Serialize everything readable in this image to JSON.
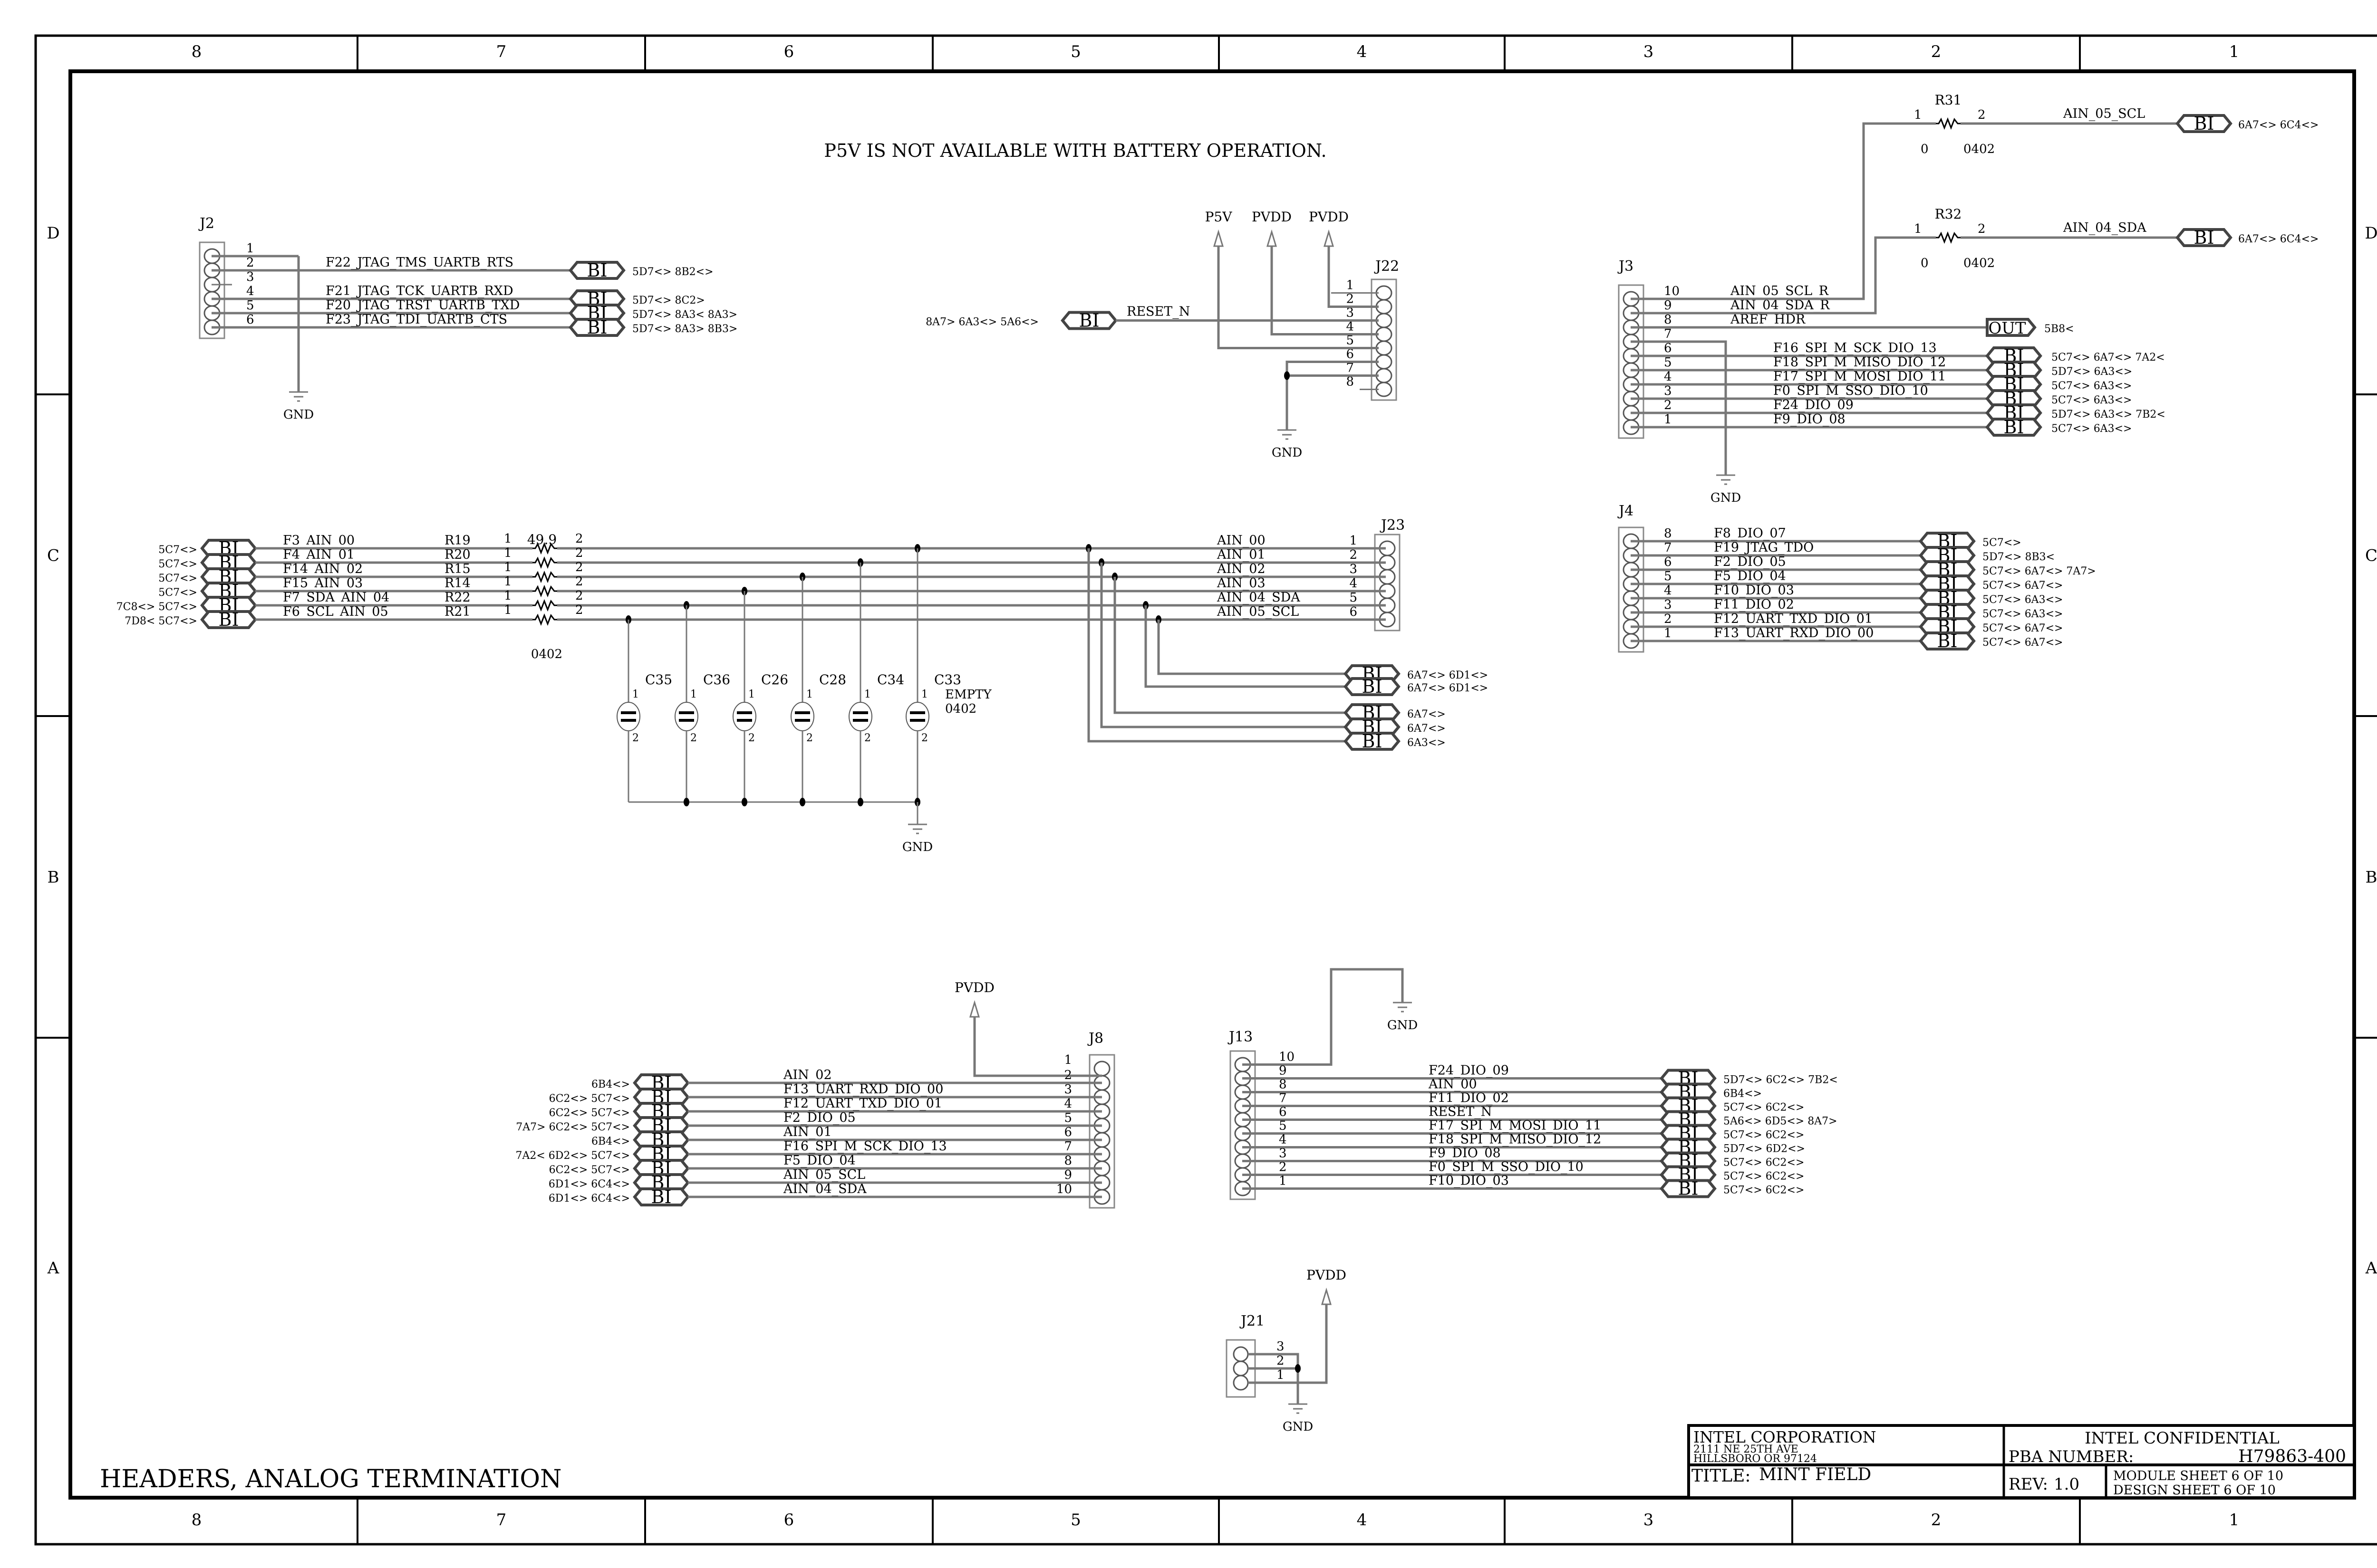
{
  "sheet": {
    "title_block": {
      "company": "INTEL CORPORATION",
      "address_line1": "2111 NE 25TH AVE",
      "address_line2": "HILLSBORO OR 97124",
      "confidential": "INTEL CONFIDENTIAL",
      "pba_label": "PBA NUMBER:",
      "pba_number": "H79863-400",
      "title_label": "TITLE:",
      "title": "MINT FIELD",
      "rev_label": "REV:",
      "rev": "1.0",
      "module_sheet": "MODULE SHEET 6 OF 10",
      "design_sheet": "DESIGN SHEET 6 OF 10"
    },
    "page_heading": "HEADERS, ANALOG TERMINATION",
    "note": "P5V IS NOT AVAILABLE WITH BATTERY OPERATION.",
    "columns": [
      "8",
      "7",
      "6",
      "5",
      "4",
      "3",
      "2",
      "1"
    ],
    "rows": [
      "D",
      "C",
      "B",
      "A"
    ]
  },
  "common": {
    "port_bi": "BI",
    "port_out": "OUT",
    "gnd": "GND",
    "p5v": "P5V",
    "pvdd": "PVDD"
  },
  "j2": {
    "ref": "J2",
    "pins": [
      "1",
      "2",
      "3",
      "4",
      "5",
      "6"
    ],
    "nets": [
      {
        "pin": "2",
        "name": "F22_JTAG_TMS_UARTB_RTS",
        "refs": "5D7<>   8B2<>"
      },
      {
        "pin": "4",
        "name": "F21_JTAG_TCK_UARTB_RXD",
        "refs": "5D7<>   8C2>"
      },
      {
        "pin": "5",
        "name": "F20_JTAG_TRST_UARTB_TXD",
        "refs": "5D7<>   8A3<   8A3>"
      },
      {
        "pin": "6",
        "name": "F23_JTAG_TDI_UARTB_CTS",
        "refs": "5D7<>   8A3>   8B3>"
      }
    ]
  },
  "j22": {
    "ref": "J22",
    "pins": [
      "1",
      "2",
      "3",
      "4",
      "5",
      "6",
      "7",
      "8"
    ],
    "reset_net": "RESET_N",
    "reset_refs": "8A7>   6A3<>   5A6<>",
    "power": [
      "P5V",
      "PVDD",
      "PVDD"
    ]
  },
  "j3": {
    "ref": "J3",
    "pins": [
      "10",
      "9",
      "8",
      "7",
      "6",
      "5",
      "4",
      "3",
      "2",
      "1"
    ],
    "r_nets": [
      "AIN_05_SCL_R",
      "AIN_04_SDA_R",
      "AREF_HDR"
    ],
    "aref_refs": "5B8<",
    "nets": [
      {
        "pin": "6",
        "name": "F16_SPI_M_SCK_DIO_13",
        "refs": "5C7<>   6A7<>   7A2<"
      },
      {
        "pin": "5",
        "name": "F18_SPI_M_MISO_DIO_12",
        "refs": "5D7<>   6A3<>"
      },
      {
        "pin": "4",
        "name": "F17_SPI_M_MOSI_DIO_11",
        "refs": "5C7<>   6A3<>"
      },
      {
        "pin": "3",
        "name": "F0_SPI_M_SSO_DIO_10",
        "refs": "5C7<>   6A3<>"
      },
      {
        "pin": "2",
        "name": "F24_DIO_09",
        "refs": "5D7<>   6A3<>   7B2<"
      },
      {
        "pin": "1",
        "name": "F9_DIO_08",
        "refs": "5C7<>   6A3<>"
      }
    ]
  },
  "r31": {
    "ref": "R31",
    "pin1": "1",
    "pin2": "2",
    "value": "0",
    "pkg": "0402",
    "net": "AIN_05_SCL",
    "refs": "6A7<>   6C4<>"
  },
  "r32": {
    "ref": "R32",
    "pin1": "1",
    "pin2": "2",
    "value": "0",
    "pkg": "0402",
    "net": "AIN_04_SDA",
    "refs": "6A7<>   6C4<>"
  },
  "j4": {
    "ref": "J4",
    "nets": [
      {
        "pin": "8",
        "name": "F8_DIO_07",
        "refs": "5C7<>"
      },
      {
        "pin": "7",
        "name": "F19_JTAG_TDO",
        "refs": "5D7<>   8B3<"
      },
      {
        "pin": "6",
        "name": "F2_DIO_05",
        "refs": "5C7<>   6A7<>   7A7>"
      },
      {
        "pin": "5",
        "name": "F5_DIO_04",
        "refs": "5C7<>   6A7<>"
      },
      {
        "pin": "4",
        "name": "F10_DIO_03",
        "refs": "5C7<>   6A3<>"
      },
      {
        "pin": "3",
        "name": "F11_DIO_02",
        "refs": "5C7<>   6A3<>"
      },
      {
        "pin": "2",
        "name": "F12_UART_TXD_DIO_01",
        "refs": "5C7<>   6A7<>"
      },
      {
        "pin": "1",
        "name": "F13_UART_RXD_DIO_00",
        "refs": "5C7<>   6A7<>"
      }
    ]
  },
  "analog": {
    "res_value": "49.9",
    "res_pkg": "0402",
    "inputs": [
      {
        "refs": "5C7<>",
        "net": "F3_AIN_00",
        "res": "R19",
        "out": "AIN_00",
        "pin": "1"
      },
      {
        "refs": "5C7<>",
        "net": "F4_AIN_01",
        "res": "R20",
        "out": "AIN_01",
        "pin": "2"
      },
      {
        "refs": "5C7<>",
        "net": "F14_AIN_02",
        "res": "R15",
        "out": "AIN_02",
        "pin": "3"
      },
      {
        "refs": "5C7<>",
        "net": "F15_AIN_03",
        "res": "R14",
        "out": "AIN_03",
        "pin": "4"
      },
      {
        "refs": "7C8<>   5C7<>",
        "net": "F7_SDA_AIN_04",
        "res": "R22",
        "out": "AIN_04_SDA",
        "pin": "5"
      },
      {
        "refs": "7D8<   5C7<>",
        "net": "F6_SCL_AIN_05",
        "res": "R21",
        "out": "AIN_05_SCL",
        "pin": "6"
      }
    ],
    "caps": [
      "C35",
      "C36",
      "C26",
      "C28",
      "C34",
      "C33"
    ],
    "cap_note": [
      "EMPTY",
      "0402"
    ],
    "j23_ref": "J23",
    "j23_ports": [
      {
        "refs": "6A7<>   6D1<>"
      },
      {
        "refs": "6A7<>   6D1<>"
      },
      {
        "refs": "6A7<>"
      },
      {
        "refs": "6A7<>"
      },
      {
        "refs": "6A3<>"
      }
    ]
  },
  "j8": {
    "ref": "J8",
    "nets": [
      {
        "pin": "2",
        "name": "AIN_02",
        "refs": "6B4<>"
      },
      {
        "pin": "3",
        "name": "F13_UART_RXD_DIO_00",
        "refs": "6C2<>   5C7<>"
      },
      {
        "pin": "4",
        "name": "F12_UART_TXD_DIO_01",
        "refs": "6C2<>   5C7<>"
      },
      {
        "pin": "5",
        "name": "F2_DIO_05",
        "refs": "7A7>   6C2<>   5C7<>"
      },
      {
        "pin": "6",
        "name": "AIN_01",
        "refs": "6B4<>"
      },
      {
        "pin": "7",
        "name": "F16_SPI_M_SCK_DIO_13",
        "refs": "7A2<   6D2<>   5C7<>"
      },
      {
        "pin": "8",
        "name": "F5_DIO_04",
        "refs": "6C2<>   5C7<>"
      },
      {
        "pin": "9",
        "name": "AIN_05_SCL",
        "refs": "6D1<>   6C4<>"
      },
      {
        "pin": "10",
        "name": "AIN_04_SDA",
        "refs": "6D1<>   6C4<>"
      }
    ]
  },
  "j13": {
    "ref": "J13",
    "nets": [
      {
        "pin": "9",
        "name": "F24_DIO_09",
        "refs": "5D7<>   6C2<>   7B2<"
      },
      {
        "pin": "8",
        "name": "AIN_00",
        "refs": "6B4<>"
      },
      {
        "pin": "7",
        "name": "F11_DIO_02",
        "refs": "5C7<>   6C2<>"
      },
      {
        "pin": "6",
        "name": "RESET_N",
        "refs": "5A6<>   6D5<>   8A7>"
      },
      {
        "pin": "5",
        "name": "F17_SPI_M_MOSI_DIO_11",
        "refs": "5C7<>   6C2<>"
      },
      {
        "pin": "4",
        "name": "F18_SPI_M_MISO_DIO_12",
        "refs": "5D7<>   6D2<>"
      },
      {
        "pin": "3",
        "name": "F9_DIO_08",
        "refs": "5C7<>   6C2<>"
      },
      {
        "pin": "2",
        "name": "F0_SPI_M_SSO_DIO_10",
        "refs": "5C7<>   6C2<>"
      },
      {
        "pin": "1",
        "name": "F10_DIO_03",
        "refs": "5C7<>   6C2<>"
      }
    ]
  },
  "j21": {
    "ref": "J21",
    "pins": [
      "3",
      "2",
      "1"
    ]
  }
}
